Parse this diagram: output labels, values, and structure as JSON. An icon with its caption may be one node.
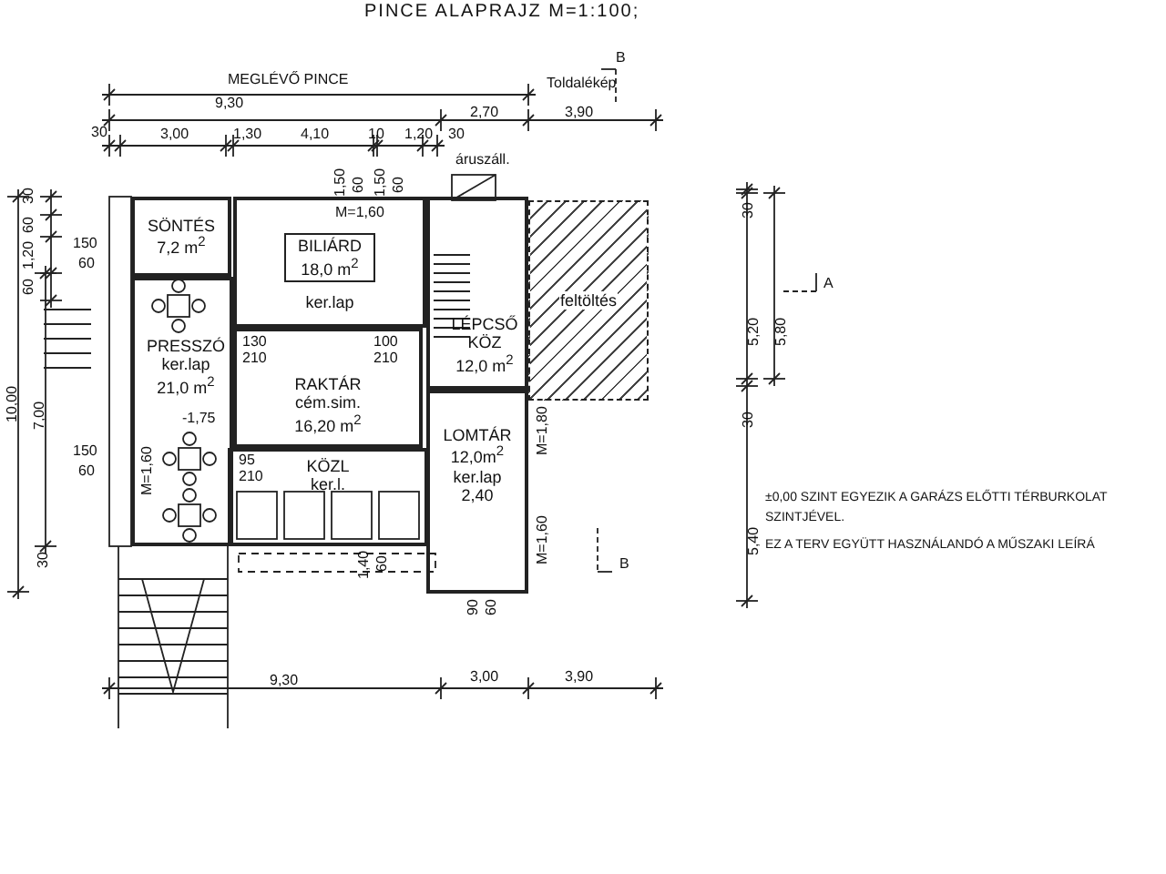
{
  "diagram": {
    "title": "PINCE ALAPRAJZ M=1:100;",
    "nodes": [
      {
        "text": [
          "SÖNTÉS",
          "7,2 m$^{2}$"
        ]
      },
      {
        "text": [
          "BILIÁRD",
          "18,0 m$^{2}$",
          "ker.lap"
        ]
      },
      {
        "text": [
          "PRESSZÓ",
          "ker.lap",
          "21,0 m$^{2}$"
        ]
      },
      {
        "text": [
          "RAKTÁR",
          "cém.sim.",
          "16,20 m$^{2}$"
        ]
      },
      {
        "text": [
          "LÉPCSŐ KÖZ",
          "12,0 m$^{2}$"
        ]
      },
      {
        "text": [
          "LOMTÁR",
          "12,0m$^{2}$",
          "ker.lap",
          "2,40"
        ]
      },
      {
        "text": [
          "feltöltés"
        ]
      },
      {
        "text": [
          "KÖZL",
          "ker.l."
        ]
      }
    ],
    "labels": [
      "MEGLÉVŐ PINCE",
      "Toldalékép",
      "B",
      "9,30",
      "2,70",
      "3,90",
      "30",
      "3,00",
      "1,30",
      "4,10",
      "10",
      "1,20",
      "30",
      "áruszáll.",
      "1,50",
      "60",
      "1,50",
      "60",
      "M=1,60",
      "30",
      "60",
      "1,20",
      "60",
      "150",
      "60",
      "10,00",
      "7,00",
      "130",
      "210",
      "100",
      "210",
      "150",
      "60",
      "-1,75",
      "M=1,60",
      "95",
      "210",
      "30",
      "1,40",
      "60",
      "M=1,80",
      "M=1,60",
      "90",
      "60",
      "9,30",
      "3,00",
      "3,90",
      "B",
      "30",
      "5,20",
      "5,80",
      "A",
      "30",
      "5,40",
      "±0,00 SZINT EGYEZIK A GARÁZS ELŐTTI TÉRBURKOLAT",
      "SZINTJÉVEL.",
      "EZ A TERV EGYÜTT HASZNÁLANDÓ A MŰSZAKI LEÍRÁ"
    ]
  }
}
